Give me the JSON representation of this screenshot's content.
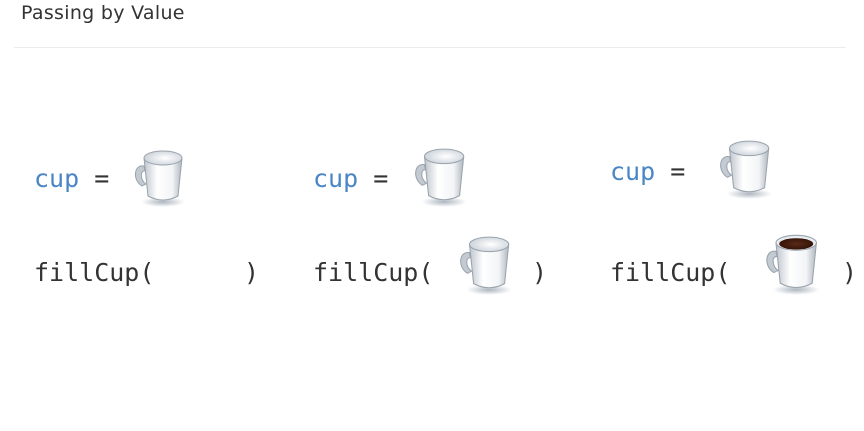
{
  "page": {
    "title": "Passing by Value"
  },
  "panels": [
    {
      "assignment": {
        "variable": "cup",
        "operator": "=",
        "cup_icon": "empty-cup-icon"
      },
      "call": {
        "function_open": "fillCup(",
        "function_close": ")",
        "argument_icon": null
      }
    },
    {
      "assignment": {
        "variable": "cup",
        "operator": "=",
        "cup_icon": "empty-cup-icon"
      },
      "call": {
        "function_open": "fillCup(",
        "function_close": ")",
        "argument_icon": "empty-cup-icon"
      }
    },
    {
      "assignment": {
        "variable": "cup",
        "operator": "=",
        "cup_icon": "empty-cup-icon"
      },
      "call": {
        "function_open": "fillCup(",
        "function_close": ")",
        "argument_icon": "full-coffee-cup-icon"
      }
    }
  ],
  "colors": {
    "variable": "#4a86c5",
    "code_text": "#333333",
    "coffee": "#4a1e12"
  }
}
